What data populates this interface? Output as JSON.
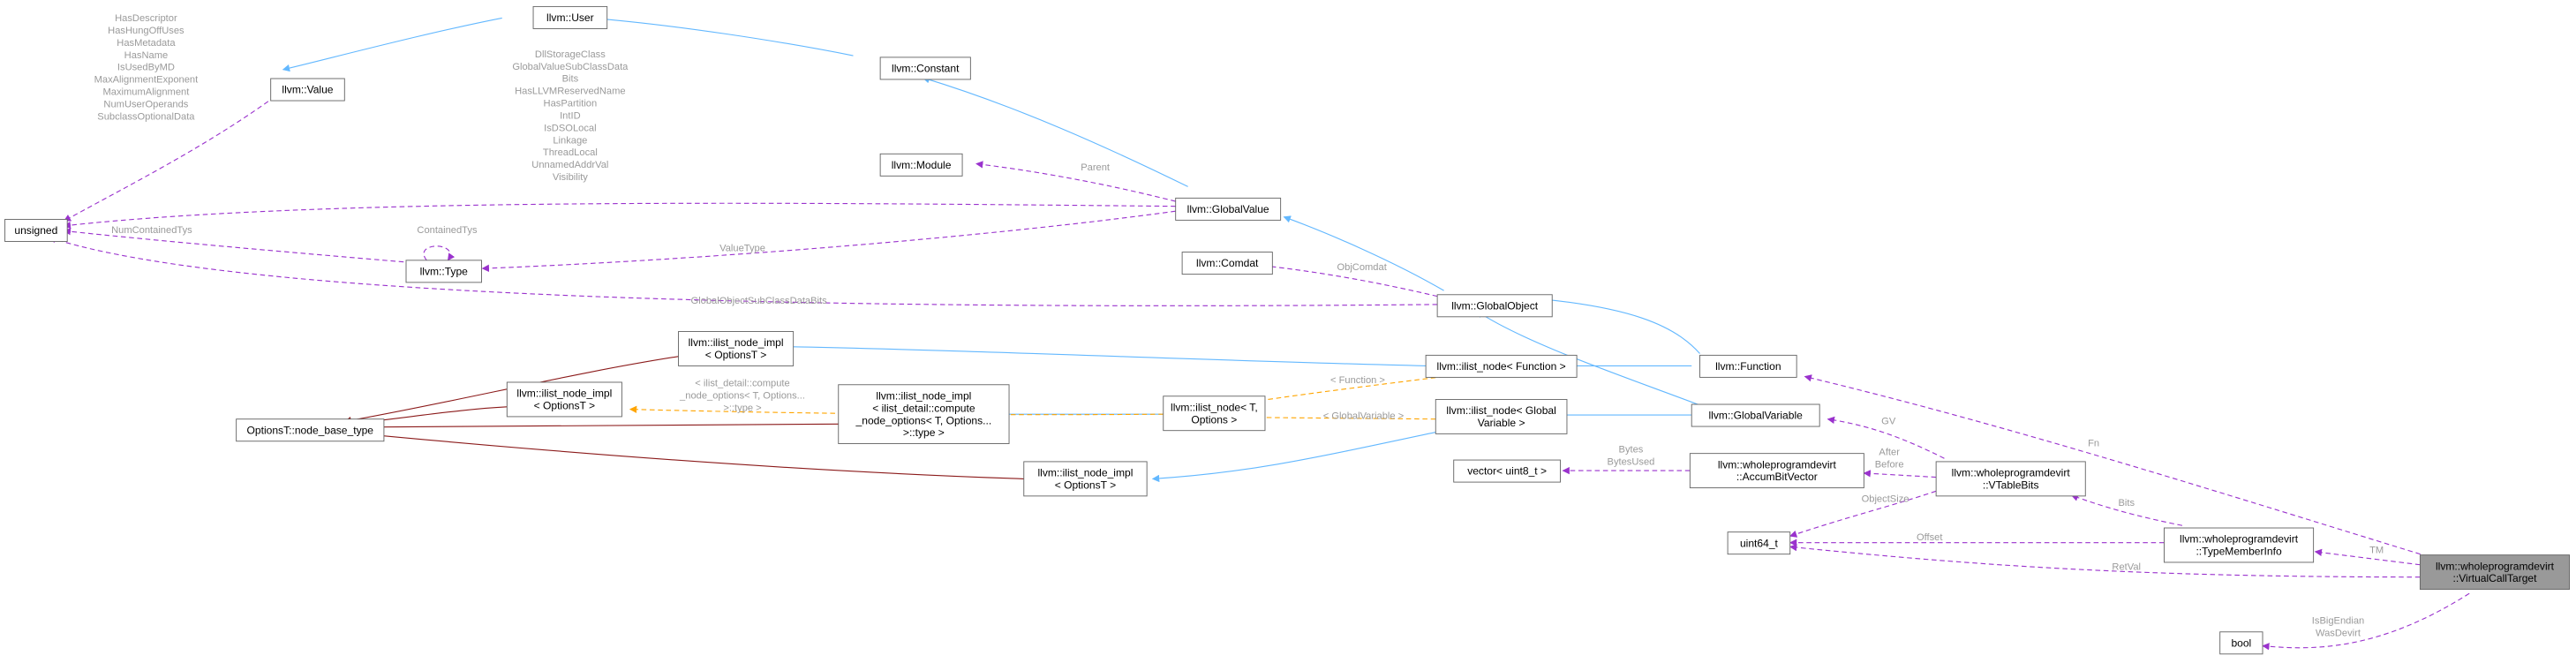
{
  "nodes": {
    "value": [
      "llvm::Value"
    ],
    "user": [
      "llvm::User"
    ],
    "constant": [
      "llvm::Constant"
    ],
    "module": [
      "llvm::Module"
    ],
    "globalvalue": [
      "llvm::GlobalValue"
    ],
    "unsigned": [
      "unsigned"
    ],
    "type": [
      "llvm::Type"
    ],
    "comdat": [
      "llvm::Comdat"
    ],
    "globalobject": [
      "llvm::GlobalObject"
    ],
    "ilist_impl_a": [
      "llvm::ilist_node_impl",
      "< OptionsT >"
    ],
    "ilist_node_fn": [
      "llvm::ilist_node< Function >"
    ],
    "function": [
      "llvm::Function"
    ],
    "ilist_impl_b": [
      "llvm::ilist_node_impl",
      "< OptionsT >"
    ],
    "nodebase": [
      "OptionsT::node_base_type"
    ],
    "ilist_impl_compute": [
      "llvm::ilist_node_impl",
      "< ilist_detail::compute",
      "_node_options< T, Options...",
      ">::type >"
    ],
    "ilist_node_t": [
      "llvm::ilist_node< T,",
      "Options >"
    ],
    "ilist_node_gv": [
      "llvm::ilist_node< Global",
      "Variable >"
    ],
    "globalvariable": [
      "llvm::GlobalVariable"
    ],
    "ilist_impl_c": [
      "llvm::ilist_node_impl",
      "< OptionsT >"
    ],
    "vector": [
      "vector< uint8_t >"
    ],
    "accumbitvector": [
      "llvm::wholeprogramdevirt",
      "::AccumBitVector"
    ],
    "vtablebits": [
      "llvm::wholeprogramdevirt",
      "::VTableBits"
    ],
    "uint64": [
      "uint64_t"
    ],
    "typememberinfo": [
      "llvm::wholeprogramdevirt",
      "::TypeMemberInfo"
    ],
    "virtualcalltarget": [
      "llvm::wholeprogramdevirt",
      "::VirtualCallTarget"
    ],
    "bool": [
      "bool"
    ]
  },
  "edge_labels": {
    "value_unsigned": [
      "HasDescriptor",
      "HasHungOffUses",
      "HasMetadata",
      "HasName",
      "IsUsedByMD",
      "MaxAlignmentExponent",
      "MaximumAlignment",
      "NumUserOperands",
      "SubclassOptionalData"
    ],
    "globalvalue_unsigned": [
      "DllStorageClass",
      "GlobalValueSubClassData",
      "Bits",
      "HasLLVMReservedName",
      "HasPartition",
      "IntID",
      "IsDSOLocal",
      "Linkage",
      "ThreadLocal",
      "UnnamedAddrVal",
      "Visibility"
    ],
    "module_parent": [
      "Parent"
    ],
    "type_unsigned": [
      "NumContainedTys"
    ],
    "type_self": [
      "ContainedTys"
    ],
    "valuetype": [
      "ValueType"
    ],
    "objcomdat": [
      "ObjComdat"
    ],
    "globalobject_unsigned": [
      "GlobalObjectSubClassDataBits"
    ],
    "compute_template": [
      "< ilist_detail::compute",
      "_node_options< T, Options...",
      ">::type >"
    ],
    "function_template": [
      "< Function >"
    ],
    "globalvariable_template": [
      "< GlobalVariable >"
    ],
    "gv": [
      "GV"
    ],
    "bytes": [
      "Bytes",
      "BytesUsed"
    ],
    "after_before": [
      "After",
      "Before"
    ],
    "objectsize": [
      "ObjectSize"
    ],
    "bits": [
      "Bits"
    ],
    "offset": [
      "Offset"
    ],
    "fn": [
      "Fn"
    ],
    "tm": [
      "TM"
    ],
    "retval": [
      "RetVal"
    ],
    "bool_flags": [
      "IsBigEndian",
      "WasDevirt"
    ]
  },
  "colors": {
    "inheritance": "#63b8ff",
    "usage": "#9a32cd",
    "template": "#ffa500",
    "private_inheritance": "#8b1a1a",
    "label": "#9a9a9a",
    "node_border": "#666666",
    "focus_fill": "#999999"
  }
}
